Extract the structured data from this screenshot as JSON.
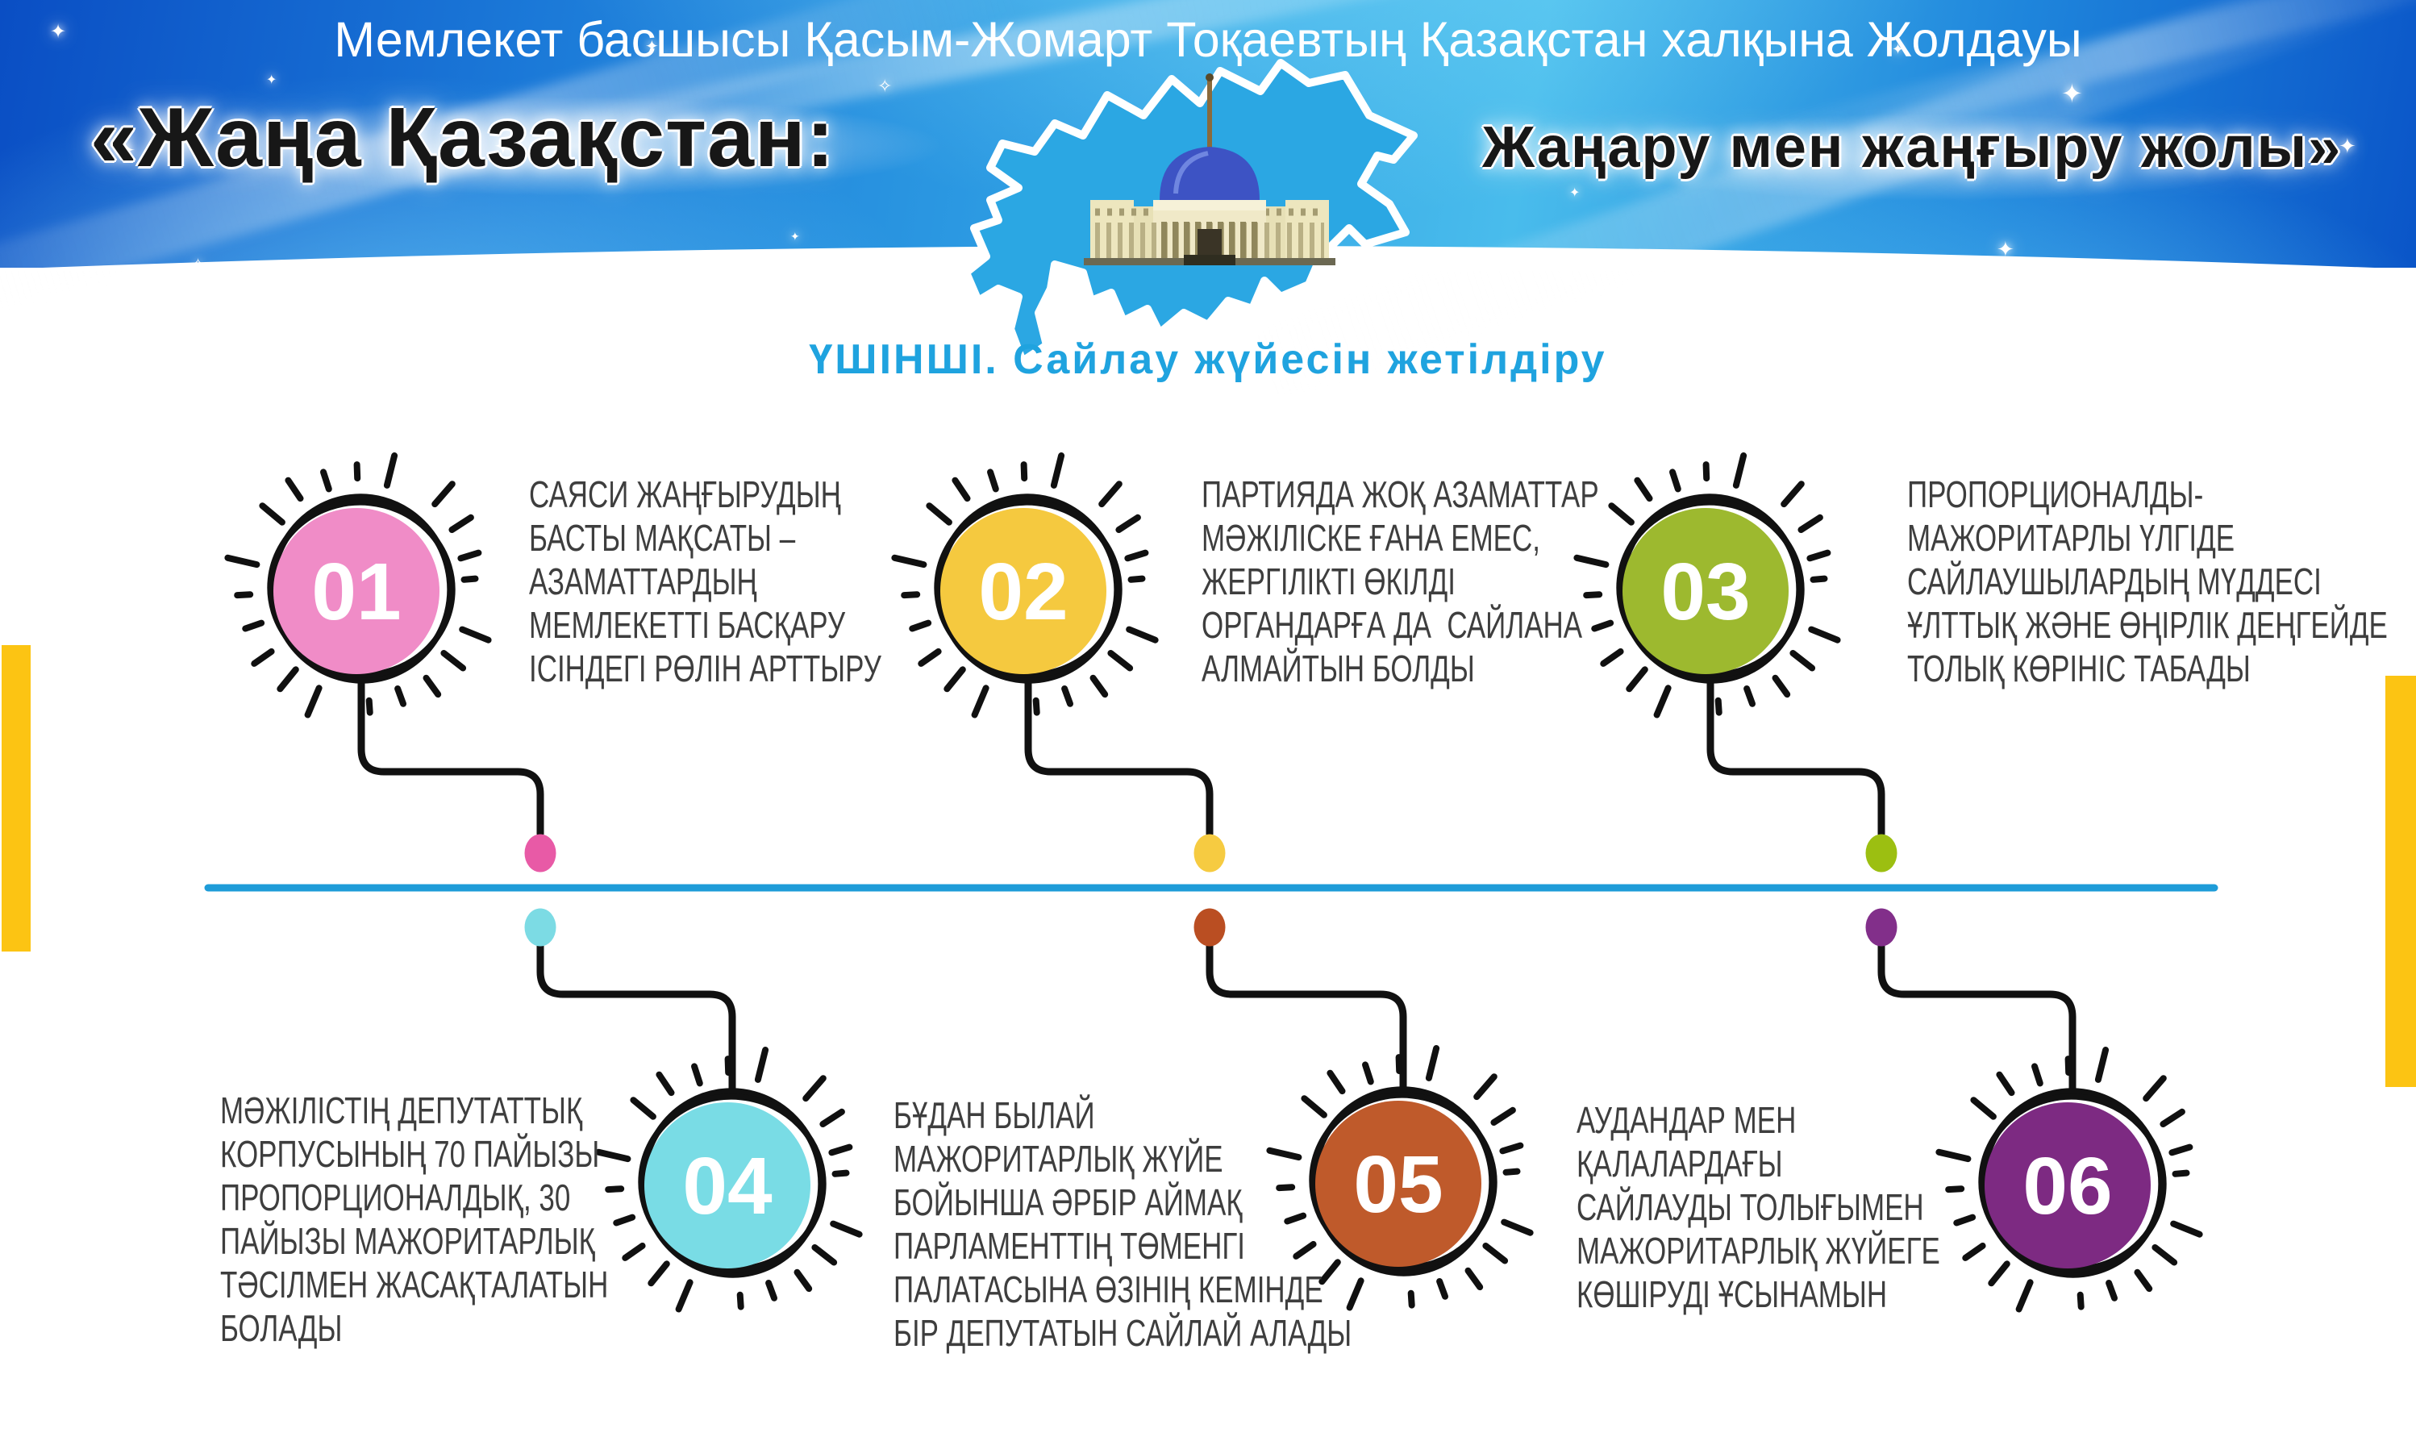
{
  "banner": {
    "top_line": "Мемлекет басшысы Қасым-Жомарт Тоқаевтың Қазақстан халқына Жолдауы",
    "title_left": "«Жаңа Қазақстан:",
    "title_right": "Жаңару мен жаңғыру жолы»"
  },
  "section_title": "ҮШІНШІ. Сайлау жүйесін жетілдіру",
  "colors": {
    "section_title_color": "#1FA3DF",
    "timeline_line": "#1E9CD8",
    "accent_bar": "#FCC413",
    "map_fill": "#2BA7E3"
  },
  "milestones": [
    {
      "number": "01",
      "circle_color": "#F08CC7",
      "dot_color": "#E85AA6",
      "text": "САЯСИ ЖАҢҒЫРУДЫҢ\nБАСТЫ МАҚСАТЫ –\nАЗАМАТТАРДЫҢ\nМЕМЛЕКЕТТІ БАСҚАРУ\nІСІНДЕГІ РӨЛІН АРТТЫРУ"
    },
    {
      "number": "02",
      "circle_color": "#F5C93F",
      "dot_color": "#F6CB41",
      "text": "ПАРТИЯДА ЖОҚ АЗАМАТТАР\nМӘЖІЛІСКЕ ҒАНА ЕМЕС,\nЖЕРГІЛІКТІ ӨКІЛДІ\nОРГАНДАРҒА ДА  САЙЛАНА\nАЛМАЙТЫН БОЛДЫ"
    },
    {
      "number": "03",
      "circle_color": "#9DB92F",
      "dot_color": "#9CBF11",
      "text": "ПРОПОРЦИОНАЛДЫ-\nМАЖОРИТАРЛЫ ҮЛГІДЕ\nСАЙЛАУШЫЛАРДЫҢ МҮДДЕСІ\nҰЛТТЫҚ ЖӘНЕ ӨҢІРЛІК ДЕҢГЕЙДЕ\nТОЛЫҚ КӨРІНІС ТАБАДЫ"
    },
    {
      "number": "04",
      "circle_color": "#79DCE5",
      "dot_color": "#7CDBE4",
      "text": "МӘЖІЛІСТІҢ ДЕПУТАТТЫҚ\nКОРПУСЫНЫҢ 70 ПАЙЫЗЫ\nПРОПОРЦИОНАЛДЫҚ, 30\nПАЙЫЗЫ МАЖОРИТАРЛЫҚ\nТӘСІЛМЕН ЖАСАҚТАЛАТЫН\nБОЛАДЫ"
    },
    {
      "number": "05",
      "circle_color": "#BF5A2B",
      "dot_color": "#BA4E22",
      "text": "БҰДАН БЫЛАЙ\nМАЖОРИТАРЛЫҚ ЖҮЙЕ\nБОЙЫНША ӘРБІР АЙМАҚ\nПАРЛАМЕНТТІҢ ТӨМЕНГІ\nПАЛАТАСЫНА ӨЗІНІҢ КЕМІНДЕ\nБІР ДЕПУТАТЫН САЙЛАЙ АЛАДЫ"
    },
    {
      "number": "06",
      "circle_color": "#7D2A82",
      "dot_color": "#822F8A",
      "text": "АУДАНДАР МЕН\nҚАЛАЛАРДАҒЫ\nСАЙЛАУДЫ ТОЛЫҒЫМЕН\nМАЖОРИТАРЛЫҚ ЖҮЙЕГЕ\nКӨШІРУДІ ҰСЫНАМЫН"
    }
  ]
}
